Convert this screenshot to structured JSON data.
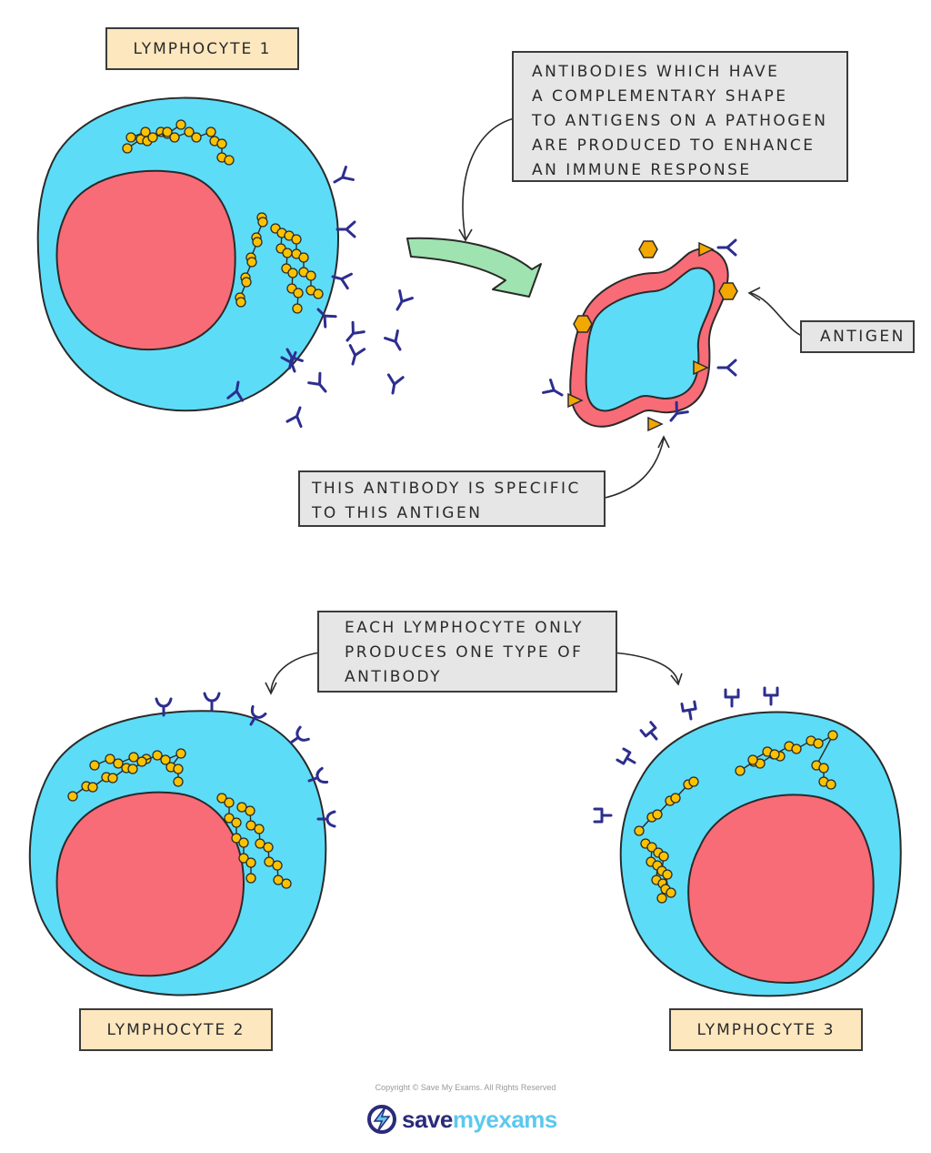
{
  "labels": {
    "lymphocyte_1": "LYMPHOCYTE 1",
    "lymphocyte_2": "LYMPHOCYTE 2",
    "lymphocyte_3": "LYMPHOCYTE 3"
  },
  "notes": {
    "antibodies": [
      "ANTIBODIES WHICH HAVE",
      "A COMPLEMENTARY SHAPE",
      "TO ANTIGENS ON A PATHOGEN",
      "ARE PRODUCED TO ENHANCE",
      "AN IMMUNE RESPONSE"
    ],
    "antigen": "ANTIGEN",
    "specific": [
      "THIS ANTIBODY IS SPECIFIC",
      "TO THIS ANTIGEN"
    ],
    "each": [
      "EACH LYMPHOCYTE ONLY",
      "PRODUCES ONE TYPE OF",
      "ANTIBODY"
    ]
  },
  "footer": {
    "copyright": "Copyright © Save My Exams. All Rights Reserved",
    "brand_save": "save",
    "brand_rest": "myexams"
  },
  "colors": {
    "cytoplasm": "#5ddcf7",
    "nucleus": "#f86c77",
    "ribosome": "#fbc200",
    "antibody": "#2d2d8f",
    "antigen": "#f2a800",
    "label_bg": "#fde7bf",
    "note_bg": "#e6e6e6",
    "arrow_green": "#9fe3b0"
  }
}
